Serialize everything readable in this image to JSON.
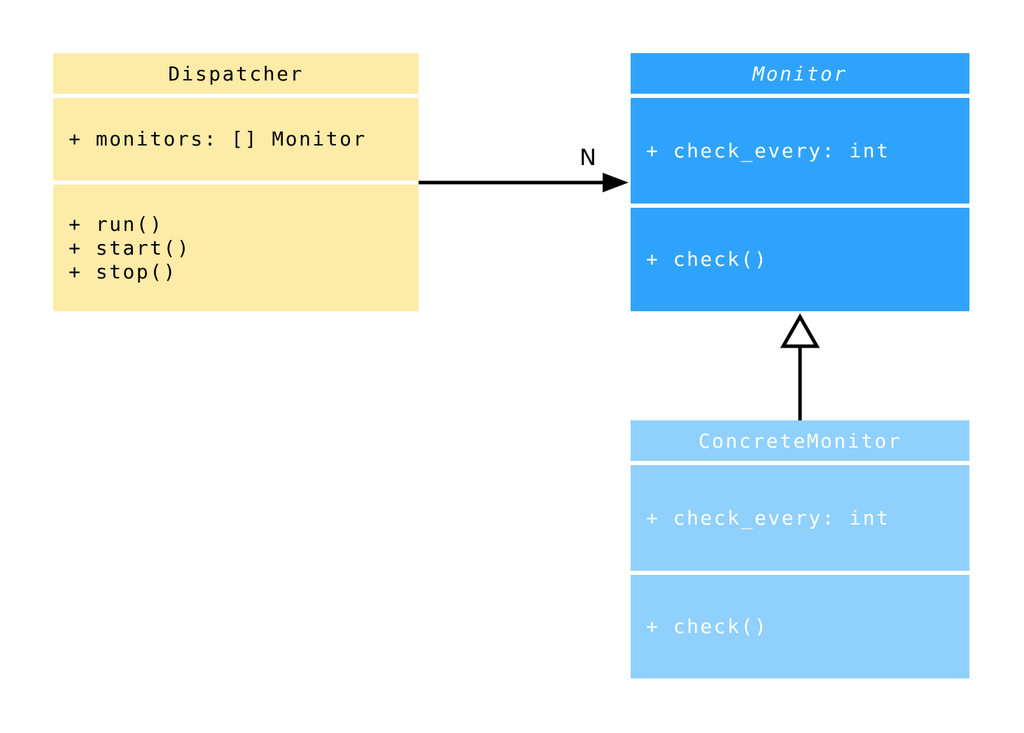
{
  "diagram": {
    "kind": "uml-class-diagram",
    "classes": [
      {
        "id": "dispatcher",
        "name": "Dispatcher",
        "abstract": false,
        "fill": "#FDEBA8",
        "text_color": "#000000",
        "attributes": [
          "+ monitors: [] Monitor"
        ],
        "methods": [
          "+ run()",
          "+ start()",
          "+ stop()"
        ]
      },
      {
        "id": "monitor",
        "name": "Monitor",
        "abstract": true,
        "fill": "#2FA3FB",
        "text_color": "#FFFFFF",
        "attributes": [
          "+ check_every: int"
        ],
        "methods": [
          "+ check()"
        ]
      },
      {
        "id": "concrete-monitor",
        "name": "ConcreteMonitor",
        "abstract": false,
        "fill": "#90D0FC",
        "text_color": "#FFFFFF",
        "attributes": [
          "+ check_every: int"
        ],
        "methods": [
          "+ check()"
        ]
      }
    ],
    "relationships": [
      {
        "from": "dispatcher",
        "to": "monitor",
        "type": "association",
        "label": "N"
      },
      {
        "from": "concrete-monitor",
        "to": "monitor",
        "type": "inheritance",
        "label": ""
      }
    ]
  }
}
